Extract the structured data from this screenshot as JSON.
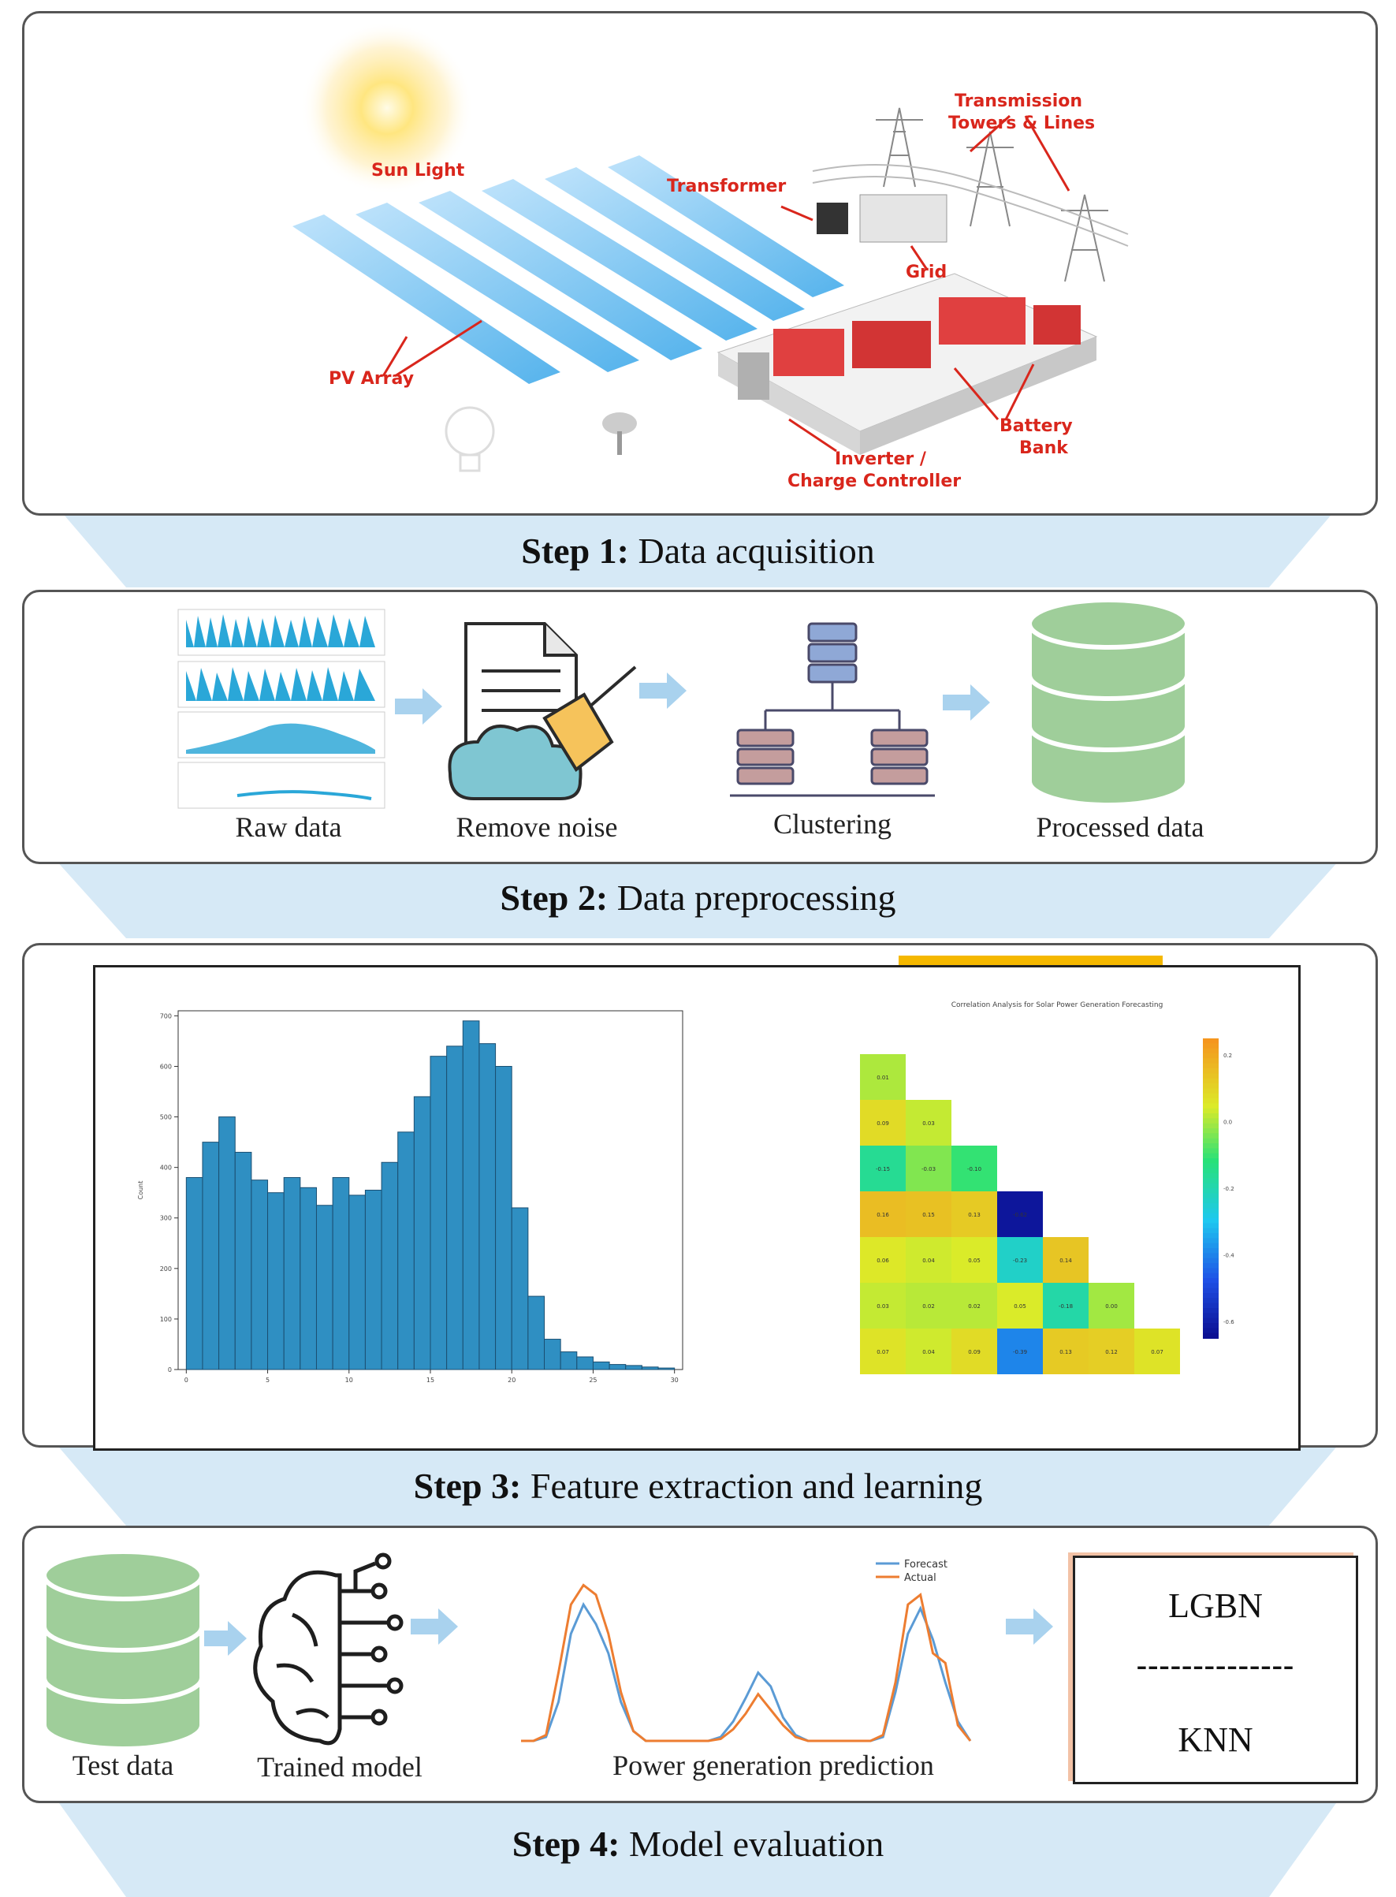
{
  "step1": {
    "label_bold": "Step 1:",
    "label_text": " Data acquisition",
    "callouts": {
      "sun": "Sun Light",
      "transmission_1": "Transmission",
      "transmission_2": "Towers & Lines",
      "transformer": "Transformer",
      "grid": "Grid",
      "pv": "PV Array",
      "battery_1": "Battery",
      "battery_2": "Bank",
      "inverter_1": "Inverter /",
      "inverter_2": "Charge Controller"
    }
  },
  "step2": {
    "label_bold": "Step 2:",
    "label_text": " Data preprocessing",
    "captions": [
      "Raw data",
      "Remove noise",
      "Clustering",
      "Processed data"
    ]
  },
  "step3": {
    "label_bold": "Step 3:",
    "label_text": " Feature extraction and learning",
    "heatmap_title": "Correlation Analysis for Solar Power Generation Forecasting"
  },
  "step4": {
    "label_bold": "Step 4:",
    "label_text": " Model evaluation",
    "captions": [
      "Test data",
      "Trained model",
      "Power generation prediction"
    ],
    "legend": [
      "Forecast",
      "Actual"
    ],
    "models": [
      "LGBN",
      "--------------",
      "KNN"
    ]
  },
  "colors": {
    "panel_border": "#555555",
    "funnel": "#d6e9f6",
    "arrow": "#a9d2ee",
    "callout": "#d9261c",
    "db_green": "#9fce9a",
    "hist_bar": "#2f8fc2",
    "forecast": "#5b9bd5",
    "actual": "#ed7d31"
  },
  "chart_data": [
    {
      "type": "bar",
      "title": "",
      "ylabel": "Count",
      "x_ticks": [
        0,
        5,
        10,
        15,
        20,
        25,
        30
      ],
      "y_ticks": [
        0,
        100,
        200,
        300,
        400,
        500,
        600,
        700
      ],
      "ylim": [
        0,
        710
      ],
      "xlim": [
        -0.5,
        30.5
      ],
      "values": [
        380,
        450,
        500,
        430,
        375,
        350,
        380,
        360,
        325,
        380,
        345,
        355,
        410,
        470,
        540,
        620,
        640,
        690,
        645,
        600,
        320,
        145,
        60,
        35,
        25,
        15,
        10,
        8,
        5,
        3
      ]
    },
    {
      "type": "heatmap",
      "title": "Correlation Analysis for Solar Power Generation Forecasting",
      "colorbar_ticks": [
        "0.2",
        "0.0",
        "-0.2",
        "-0.4",
        "-0.6"
      ],
      "cells": [
        [
          0.01
        ],
        [
          0.09,
          0.03
        ],
        [
          -0.15,
          -0.03,
          -0.1
        ],
        [
          0.16,
          0.15,
          0.13,
          -0.62
        ],
        [
          0.06,
          0.04,
          0.05,
          -0.23,
          0.14
        ],
        [
          0.03,
          0.02,
          0.02,
          0.05,
          -0.18,
          0.0
        ],
        [
          0.07,
          0.04,
          0.09,
          -0.39,
          0.13,
          0.12,
          0.07
        ]
      ]
    },
    {
      "type": "line",
      "title": "",
      "series": [
        {
          "name": "Forecast",
          "values": [
            0,
            0,
            2,
            20,
            55,
            70,
            60,
            45,
            20,
            5,
            0,
            0,
            0,
            0,
            0,
            0,
            2,
            10,
            22,
            35,
            28,
            12,
            3,
            0,
            0,
            0,
            0,
            0,
            0,
            2,
            25,
            55,
            68,
            52,
            30,
            10,
            0
          ]
        },
        {
          "name": "Actual",
          "values": [
            0,
            0,
            3,
            35,
            70,
            80,
            75,
            55,
            25,
            5,
            0,
            0,
            0,
            0,
            0,
            0,
            1,
            6,
            14,
            24,
            16,
            8,
            2,
            0,
            0,
            0,
            0,
            0,
            0,
            3,
            30,
            70,
            75,
            45,
            40,
            8,
            0
          ]
        }
      ]
    }
  ]
}
